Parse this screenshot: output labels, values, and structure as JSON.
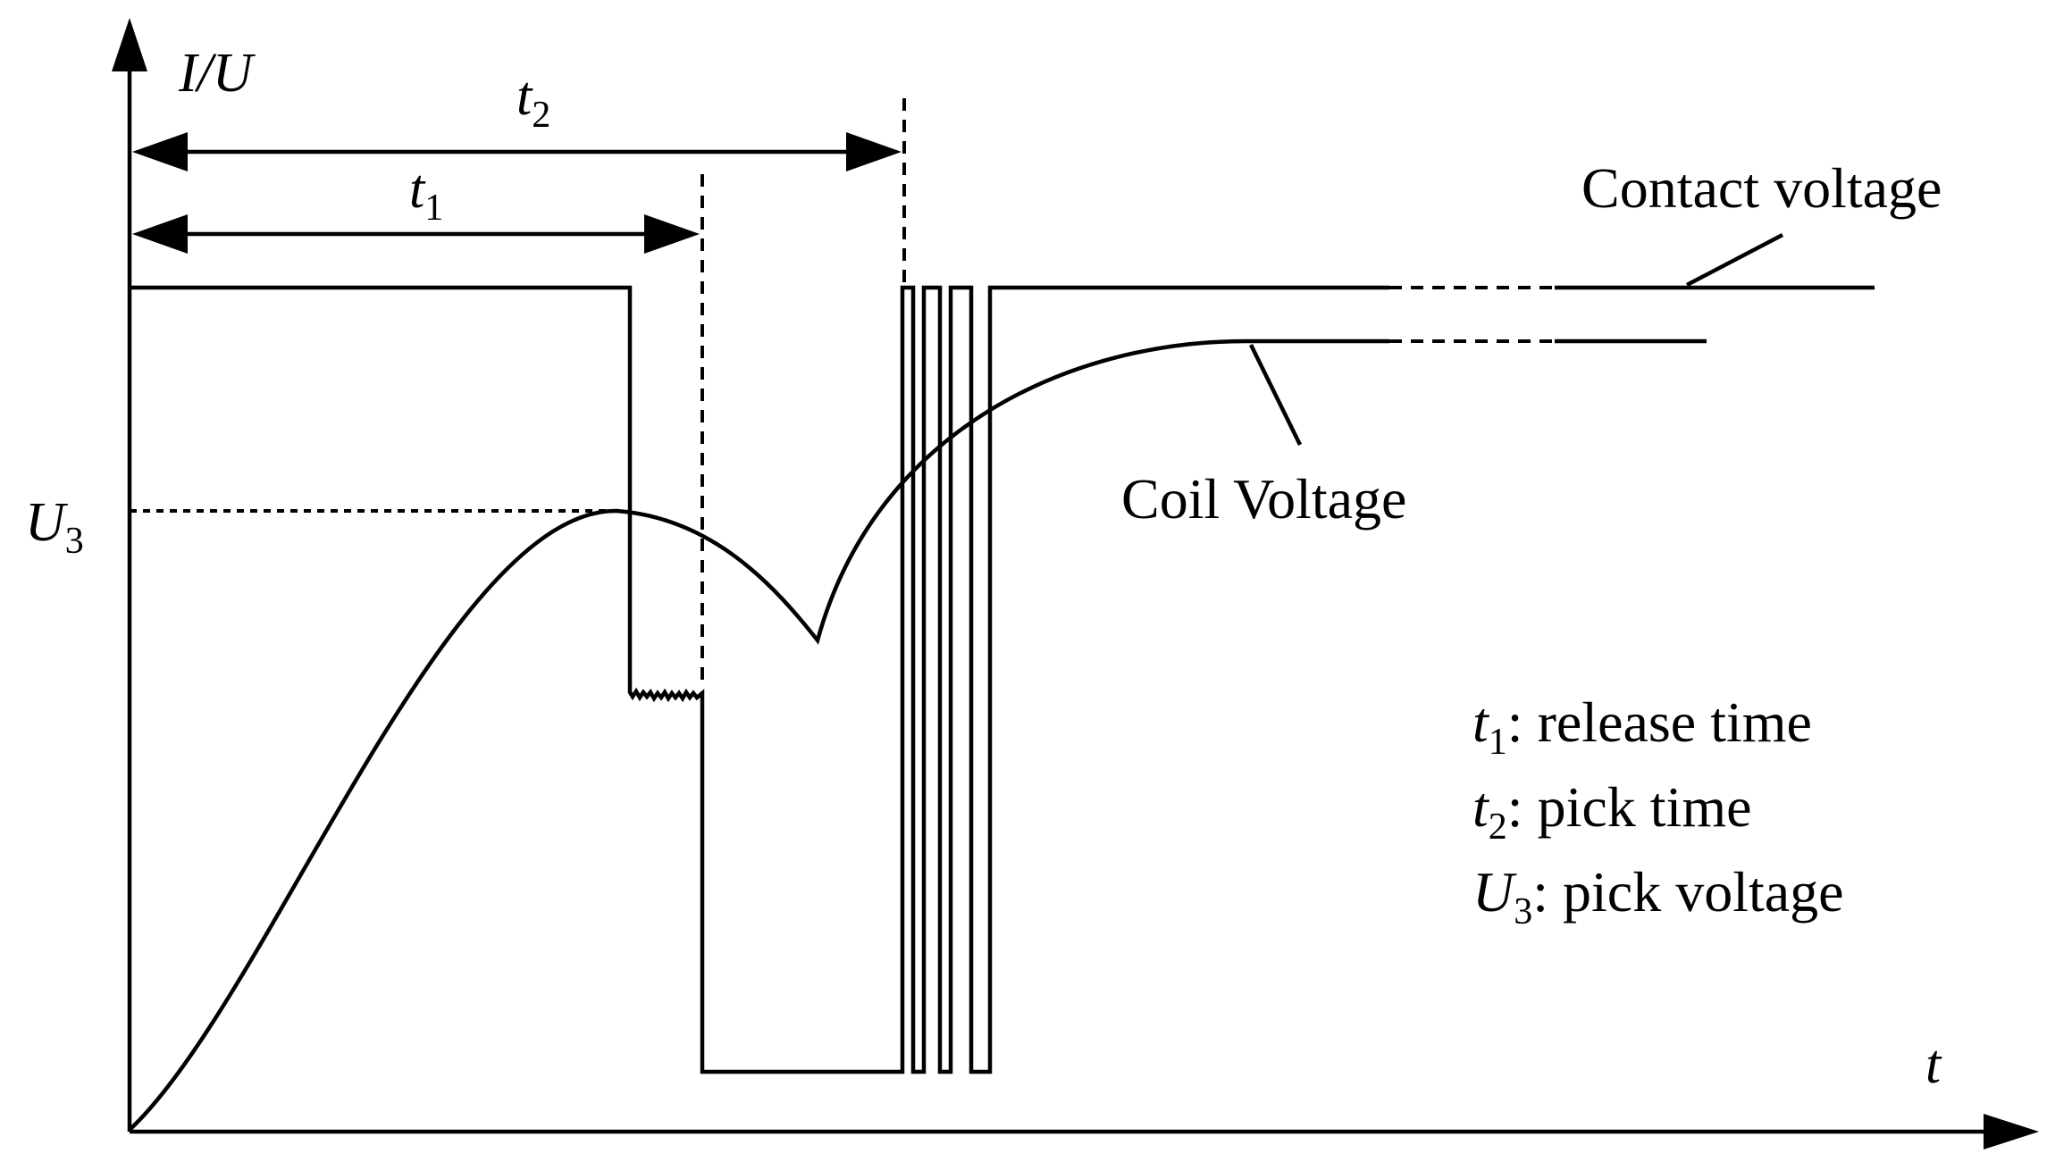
{
  "axes": {
    "y_label": "I/U",
    "x_label": "t"
  },
  "intervals": {
    "t1": {
      "symbol": "t",
      "sub": "1"
    },
    "t2": {
      "symbol": "t",
      "sub": "2"
    }
  },
  "level": {
    "symbol": "U",
    "sub": "3"
  },
  "curves": {
    "contact": "Contact voltage",
    "coil": "Coil Voltage"
  },
  "legend": [
    {
      "symbol": "t",
      "sub": "1",
      "text": ": release time"
    },
    {
      "symbol": "t",
      "sub": "2",
      "text": ": pick time"
    },
    {
      "symbol": "U",
      "sub": "3",
      "text": ": pick voltage"
    }
  ]
}
